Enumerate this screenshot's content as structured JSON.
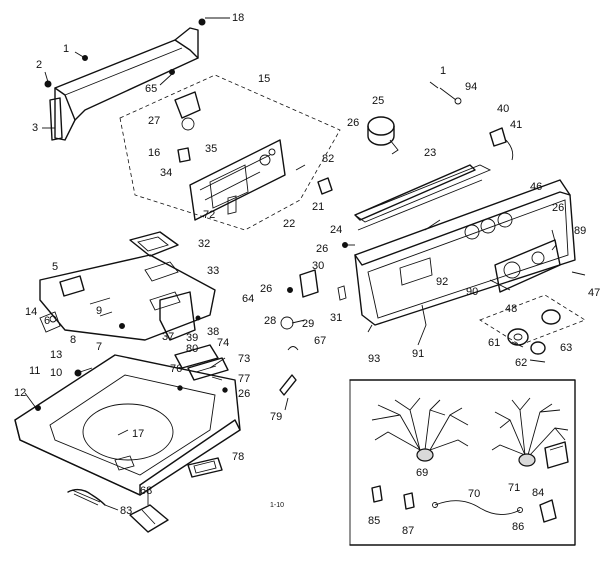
{
  "diagram": {
    "page_marker": "1-10",
    "callouts": {
      "c1a": "1",
      "c2": "2",
      "c3": "3",
      "c18": "18",
      "c65": "65",
      "c15": "15",
      "c27": "27",
      "c16": "16",
      "c35": "35",
      "c34": "34",
      "c72": "72",
      "c82": "82",
      "c22": "22",
      "c21": "21",
      "c1b": "1",
      "c94": "94",
      "c25": "25",
      "c26a": "26",
      "c40": "40",
      "c41": "41",
      "c23": "23",
      "c46": "46",
      "c26b": "26",
      "c89": "89",
      "c24": "24",
      "c26c": "26",
      "c32": "32",
      "c5": "5",
      "c33": "33",
      "c30": "30",
      "c26d": "26",
      "c64": "64",
      "c28": "28",
      "c29": "29",
      "c31": "31",
      "c92": "92",
      "c90": "90",
      "c47": "47",
      "c48": "48",
      "c14": "14",
      "c6": "6",
      "c13": "13",
      "c9": "9",
      "c8": "8",
      "c7": "7",
      "c37": "37",
      "c39": "39",
      "c38": "38",
      "c67": "67",
      "c93": "93",
      "c91": "91",
      "c61": "61",
      "c63": "63",
      "c62": "62",
      "c11": "11",
      "c10": "10",
      "c74": "74",
      "c73": "73",
      "c80": "80",
      "c76": "76",
      "c77": "77",
      "c26e": "26",
      "c12": "12",
      "c79": "79",
      "c17": "17",
      "c69": "69",
      "c71": "71",
      "c78": "78",
      "c84": "84",
      "c70": "70",
      "c83": "83",
      "c68": "68",
      "c85": "85",
      "c87": "87",
      "c86": "86"
    }
  }
}
